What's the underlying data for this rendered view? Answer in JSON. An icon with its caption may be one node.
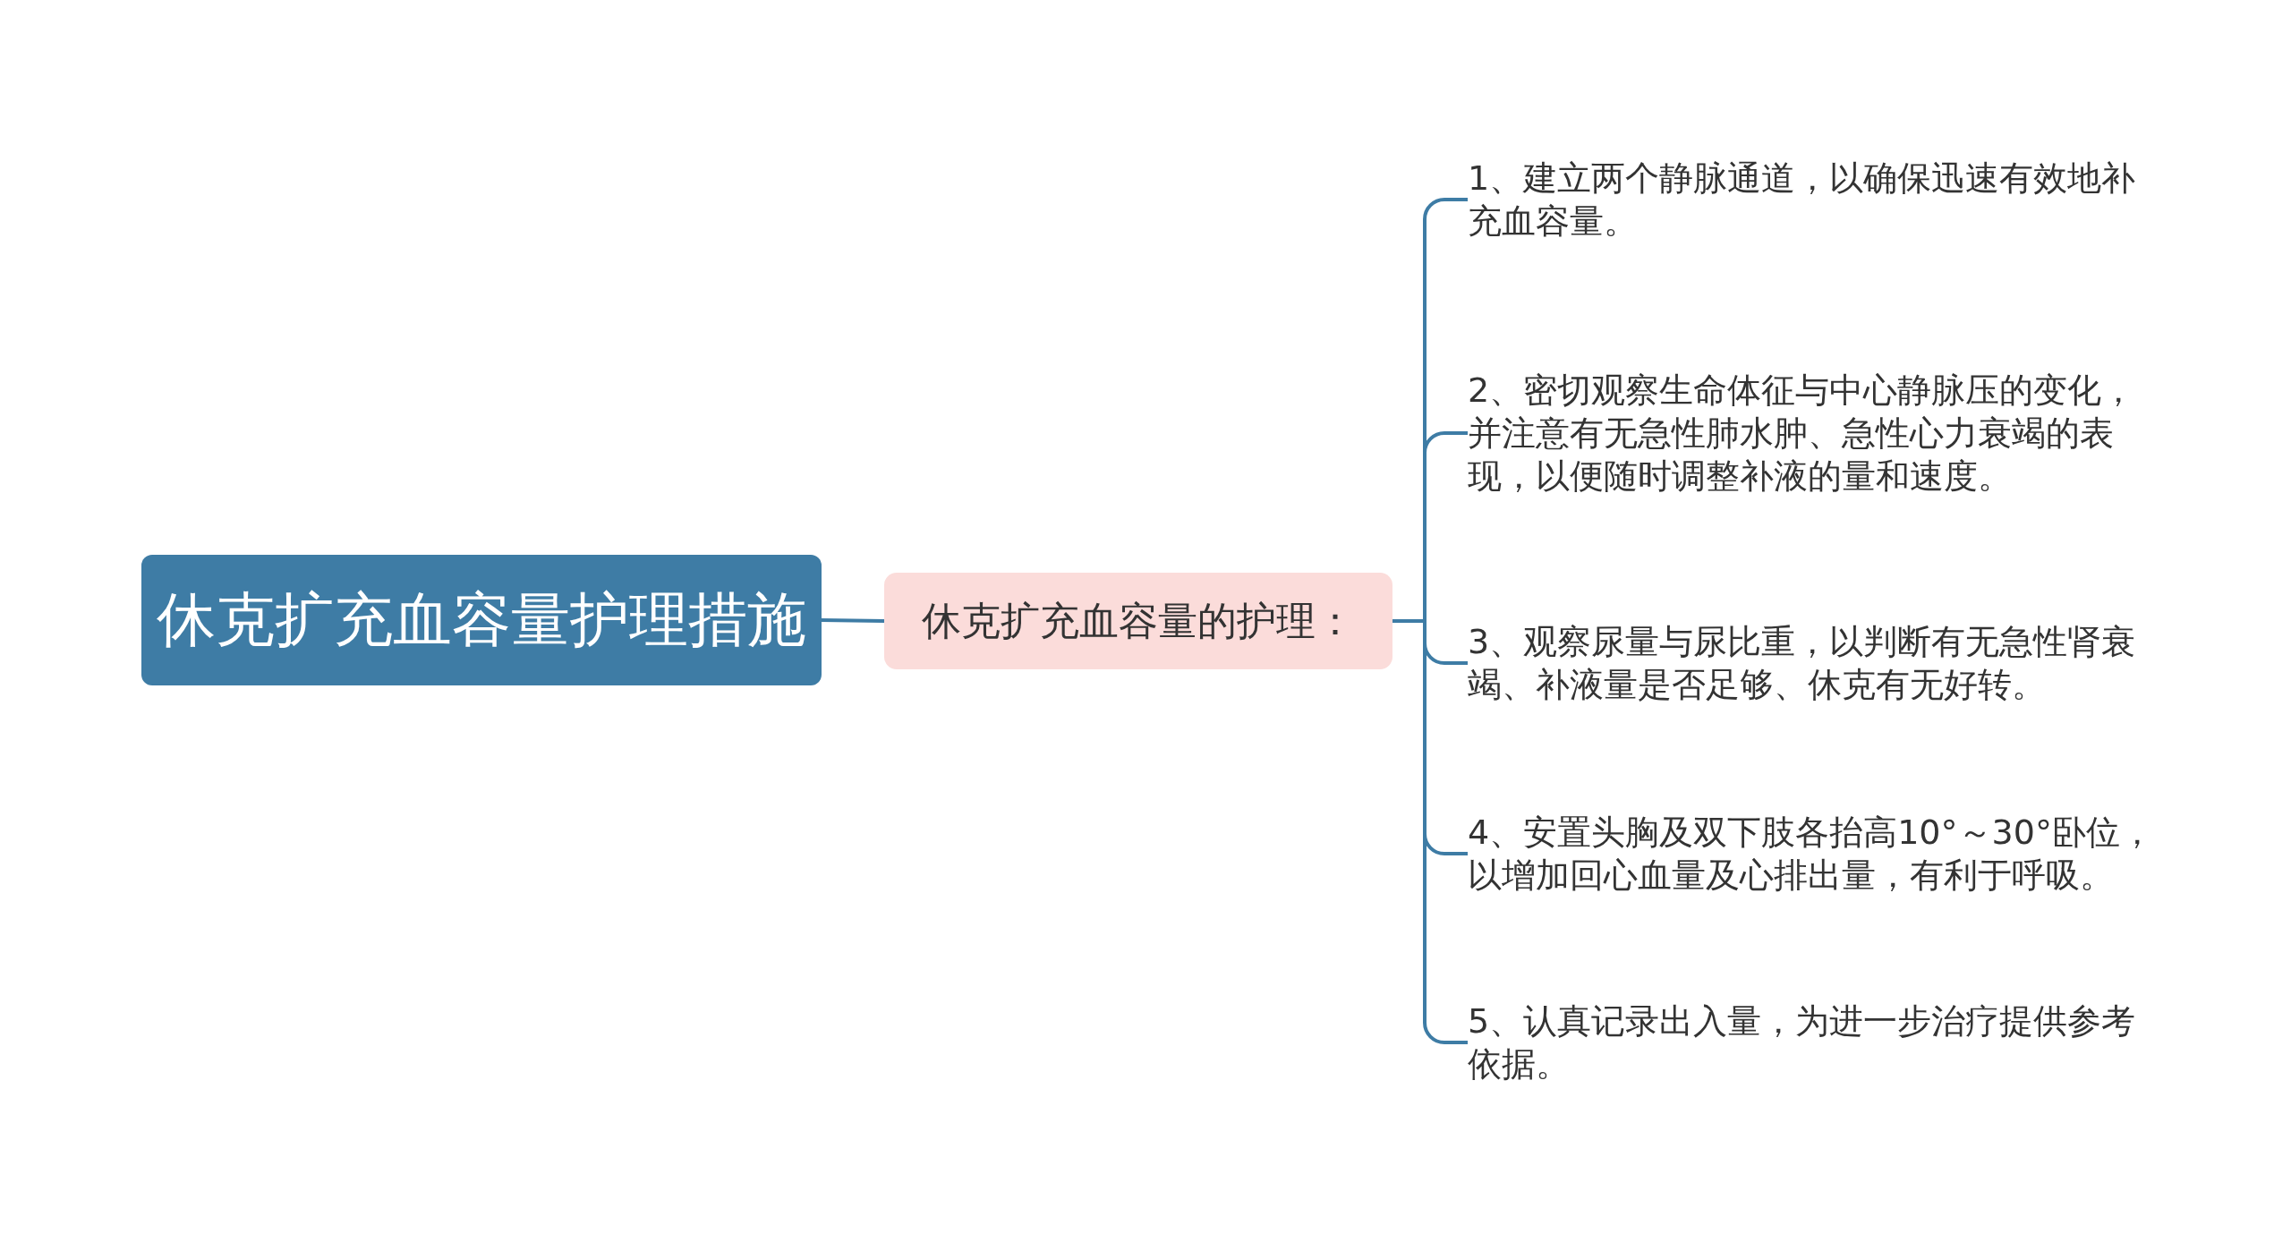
{
  "diagram": {
    "nodes": [
      {
        "text": [
          "休克扩充血容量护理措施"
        ]
      },
      {
        "text": [
          "休克扩充血容量的护理："
        ]
      },
      {
        "text": [
          "1、建立两个静脉通道，以确保迅速有效地补充血容量。"
        ]
      },
      {
        "text": [
          "2、密切观察生命体征与中心静脉压的变化，并注意有无急性肺水肿、急性心力衰竭的表现，以便随时调整补液的量和速度。"
        ]
      },
      {
        "text": [
          "3、观察尿量与尿比重，以判断有无急性肾衰竭、补液量是否足够、休克有无好转。"
        ]
      },
      {
        "text": [
          "4、安置头胸及双下肢各抬高10°～30°卧位，以增加回心血量及心排出量，有利于呼吸。"
        ]
      },
      {
        "text": [
          "5、认真记录出入量，为进一步治疗提供参考依据。"
        ]
      }
    ],
    "edges": [
      {
        "from": 0,
        "to": 1,
        "arrow": "none"
      },
      {
        "from": 1,
        "to": 2,
        "arrow": "none"
      },
      {
        "from": 1,
        "to": 3,
        "arrow": "none"
      },
      {
        "from": 1,
        "to": 4,
        "arrow": "none"
      },
      {
        "from": 1,
        "to": 5,
        "arrow": "none"
      },
      {
        "from": 1,
        "to": 6,
        "arrow": "none"
      }
    ]
  }
}
